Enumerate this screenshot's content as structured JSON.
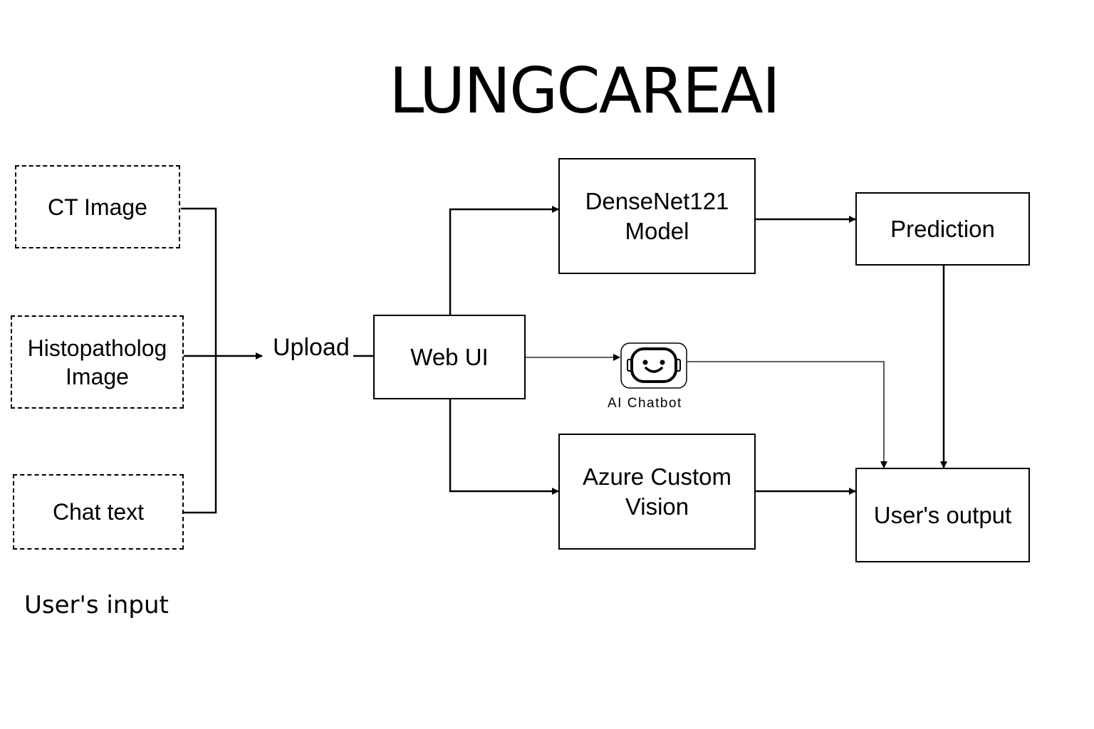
{
  "title": "LUNGCAREAI",
  "inputs": {
    "ct_image": "CT Image",
    "histopathology_line1": "Histopatholog",
    "histopathology_line2": "Image",
    "chat_text": "Chat text",
    "caption": "User's input"
  },
  "upload_label": "Upload",
  "web_ui": "Web UI",
  "densenet": {
    "line1": "DenseNet121",
    "line2": "Model"
  },
  "prediction": "Prediction",
  "chatbot": {
    "icon": "robot-icon",
    "caption": "AI Chatbot"
  },
  "azure": {
    "line1": "Azure Custom",
    "line2": "Vision"
  },
  "output": "User's output",
  "colors": {
    "stroke": "#000000",
    "background": "#ffffff"
  }
}
